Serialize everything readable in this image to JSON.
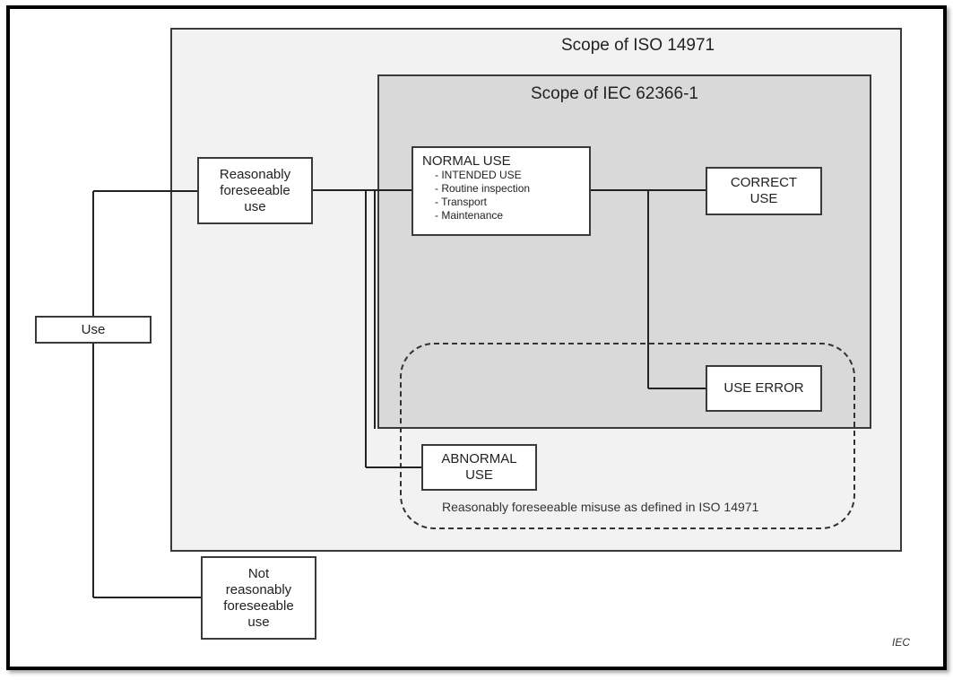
{
  "scopes": {
    "iso": "Scope of ISO 14971",
    "iec": "Scope of IEC 62366-1",
    "misuse": "Reasonably foreseeable misuse as defined in ISO 14971"
  },
  "nodes": {
    "use": "Use",
    "reasonably_foreseeable_use": [
      "Reasonably",
      "foreseeable",
      "use"
    ],
    "not_reasonably_foreseeable_use": [
      "Not",
      "reasonably",
      "foreseeable",
      "use"
    ],
    "normal_use": {
      "title": "NORMAL USE",
      "items": [
        "- INTENDED USE",
        "- Routine inspection",
        "- Transport",
        "- Maintenance"
      ]
    },
    "correct_use": [
      "CORRECT",
      "USE"
    ],
    "use_error": "USE ERROR",
    "abnormal_use": [
      "ABNORMAL",
      "USE"
    ]
  },
  "source_mark": "IEC"
}
